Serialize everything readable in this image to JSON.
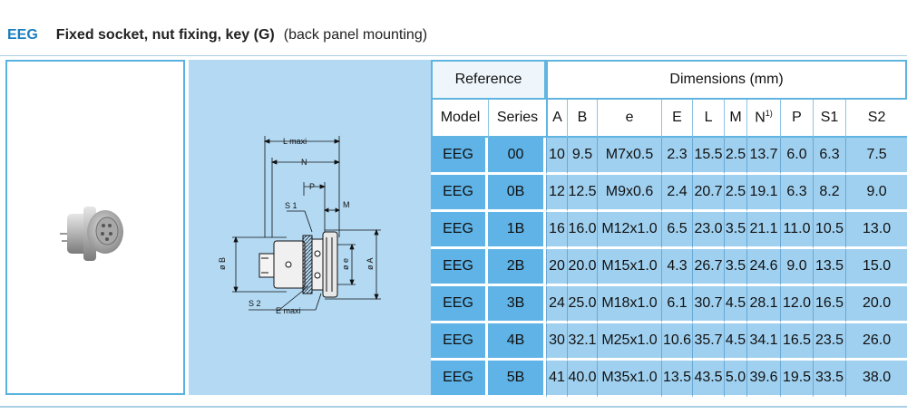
{
  "header": {
    "code": "EEG",
    "title": "Fixed socket, nut fixing, key (G)",
    "subtitle": "(back panel mounting)"
  },
  "drawing": {
    "labels": {
      "l_maxi": "L maxi",
      "n": "N",
      "p": "P",
      "s1": "S 1",
      "m": "M",
      "b": "ø B",
      "e": "ø e",
      "a": "ø A",
      "s2": "S 2",
      "e_maxi": "E  maxi"
    }
  },
  "table": {
    "group_reference": "Reference",
    "group_dimensions": "Dimensions (mm)",
    "columns": [
      "Model",
      "Series",
      "A",
      "B",
      "e",
      "E",
      "L",
      "M",
      "N",
      "P",
      "S1",
      "S2"
    ],
    "n_footnote": "1)",
    "rows": [
      {
        "model": "EEG",
        "series": "00",
        "A": "10",
        "B": "9.5",
        "e": "M7x0.5",
        "E": "2.3",
        "L": "15.5",
        "M": "2.5",
        "N": "13.7",
        "P": "6.0",
        "S1": "6.3",
        "S2": "7.5"
      },
      {
        "model": "EEG",
        "series": "0B",
        "A": "12",
        "B": "12.5",
        "e": "M9x0.6",
        "E": "2.4",
        "L": "20.7",
        "M": "2.5",
        "N": "19.1",
        "P": "6.3",
        "S1": "8.2",
        "S2": "9.0"
      },
      {
        "model": "EEG",
        "series": "1B",
        "A": "16",
        "B": "16.0",
        "e": "M12x1.0",
        "E": "6.5",
        "L": "23.0",
        "M": "3.5",
        "N": "21.1",
        "P": "11.0",
        "S1": "10.5",
        "S2": "13.0"
      },
      {
        "model": "EEG",
        "series": "2B",
        "A": "20",
        "B": "20.0",
        "e": "M15x1.0",
        "E": "4.3",
        "L": "26.7",
        "M": "3.5",
        "N": "24.6",
        "P": "9.0",
        "S1": "13.5",
        "S2": "15.0"
      },
      {
        "model": "EEG",
        "series": "3B",
        "A": "24",
        "B": "25.0",
        "e": "M18x1.0",
        "E": "6.1",
        "L": "30.7",
        "M": "4.5",
        "N": "28.1",
        "P": "12.0",
        "S1": "16.5",
        "S2": "20.0"
      },
      {
        "model": "EEG",
        "series": "4B",
        "A": "30",
        "B": "32.1",
        "e": "M25x1.0",
        "E": "10.6",
        "L": "35.7",
        "M": "4.5",
        "N": "34.1",
        "P": "16.5",
        "S1": "23.5",
        "S2": "26.0"
      },
      {
        "model": "EEG",
        "series": "5B",
        "A": "41",
        "B": "40.0",
        "e": "M35x1.0",
        "E": "13.5",
        "L": "43.5",
        "M": "5.0",
        "N": "39.6",
        "P": "19.5",
        "S1": "33.5",
        "S2": "38.0"
      }
    ]
  },
  "colors": {
    "accent_text": "#1a7fbf",
    "panel_border": "#5ab2e0",
    "drawing_bg": "#b3d9f3",
    "ref_cell_bg": "#5fb3e6",
    "value_cell_bg": "#9fd0f0"
  }
}
